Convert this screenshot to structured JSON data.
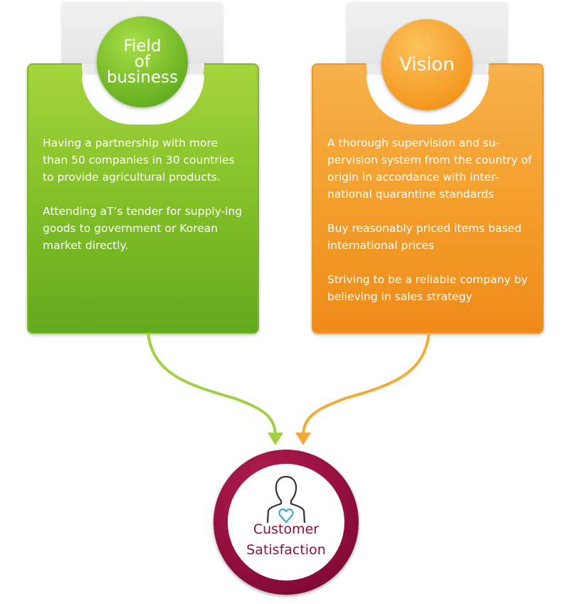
{
  "field": {
    "title_line1": "Field",
    "title_line2": "of",
    "title_line3": "business",
    "paragraphs": [
      "Having a partnership with more than 50 companies in 30 countries to provide agricultural products.",
      "Attending aT’s tender for supply-ing goods to government or Korean market directly."
    ],
    "color": "#86c22a"
  },
  "vision": {
    "title": "Vision",
    "paragraphs": [
      "A thorough supervision and su-pervision system from the country of origin in accordance with inter-national quarantine standards",
      "Buy reasonably priced items based international prices",
      "Striving to be a reliable company by believing in sales strategy"
    ],
    "color": "#f4a12f"
  },
  "result": {
    "label_line1": "Customer",
    "label_line2": "Satisfaction",
    "icon": "person-heart-icon",
    "color": "#8c0c3a"
  }
}
